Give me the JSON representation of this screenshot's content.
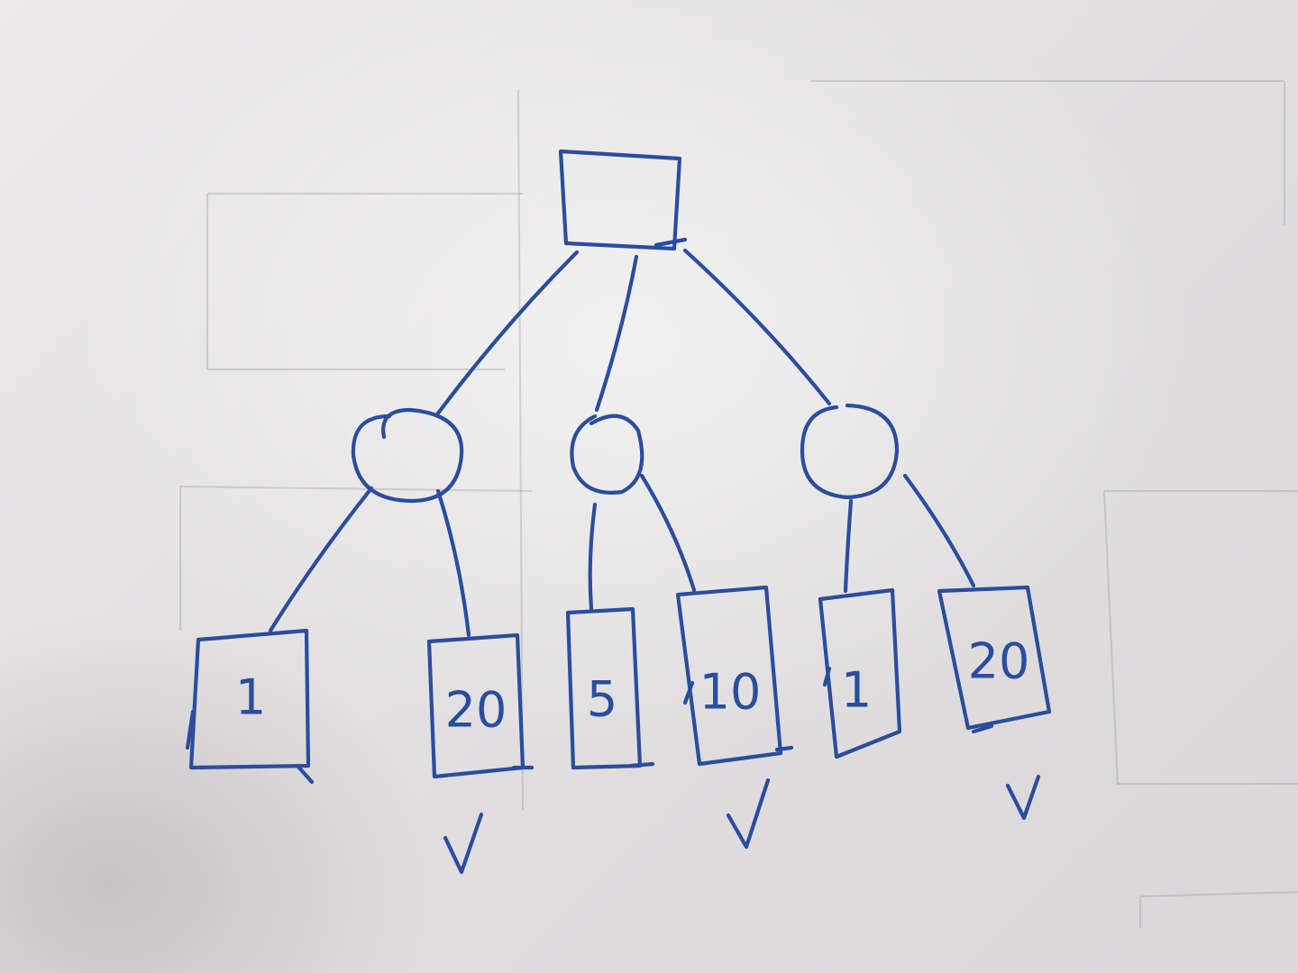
{
  "diagram": {
    "root": {
      "label": ""
    },
    "internal_nodes": [
      {
        "label": ""
      },
      {
        "label": ""
      },
      {
        "label": ""
      }
    ],
    "leaves": [
      {
        "label": "1",
        "checked": false
      },
      {
        "label": "20",
        "checked": true
      },
      {
        "label": "5",
        "checked": false
      },
      {
        "label": "10",
        "checked": true
      },
      {
        "label": "1",
        "checked": false
      },
      {
        "label": "20",
        "checked": true
      }
    ],
    "check_mark": "V",
    "ink_color": "#2b4d9e"
  }
}
